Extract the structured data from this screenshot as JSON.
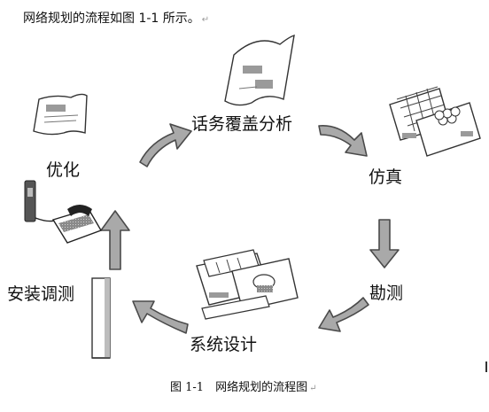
{
  "intro_text": "网络规划的流程如图 1-1 所示。",
  "paragraph_mark": "↵",
  "stages": {
    "coverage_analysis": "话务覆盖分析",
    "simulation": "仿真",
    "survey": "勘测",
    "system_design": "系统设计",
    "installation_testing": "安装调测",
    "optimization": "优化"
  },
  "caption": "图 1-1　网络规划的流程图",
  "colors": {
    "arrow_fill": "#a9a9a9",
    "arrow_stroke": "#4a4a4a",
    "text": "#111111",
    "doc_shade": "#9a9a9a"
  }
}
